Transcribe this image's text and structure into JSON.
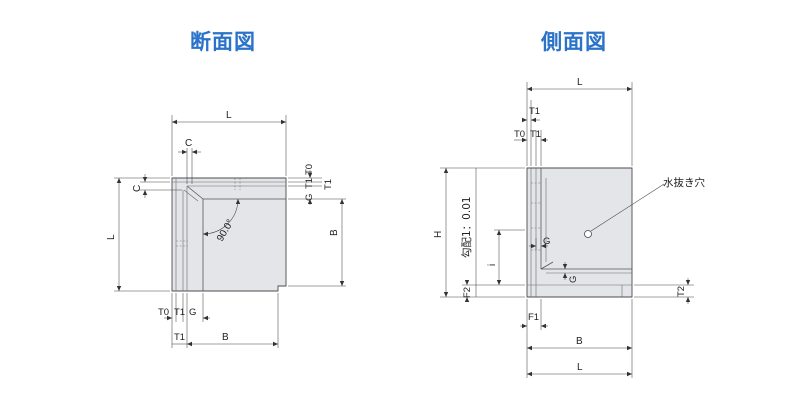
{
  "titles": {
    "section": "断面図",
    "side": "側面図"
  },
  "section_labels": {
    "L_top": "L",
    "L_left": "L",
    "C_top": "C",
    "C_left": "C",
    "B_right": "B",
    "B_bottom": "B",
    "T0_right": "T0",
    "T1_right_a": "T1",
    "T1_right_b": "T1",
    "G_right": "G",
    "T0_bottom": "T0",
    "T1_bottom_a": "T1",
    "T1_bottom_b": "T1",
    "G_bottom": "G",
    "angle": "90.0°"
  },
  "side_labels": {
    "L_top": "L",
    "T1_top_a": "T1",
    "T0_top": "T0",
    "T1_top_b": "T1",
    "H": "H",
    "slope": "勾配1：0.01",
    "i": "i",
    "G_a": "G",
    "G_b": "G",
    "F2": "F2",
    "T2": "T2",
    "F1": "F1",
    "B_bottom": "B",
    "L_bottom": "L",
    "drain": "水抜き穴"
  }
}
